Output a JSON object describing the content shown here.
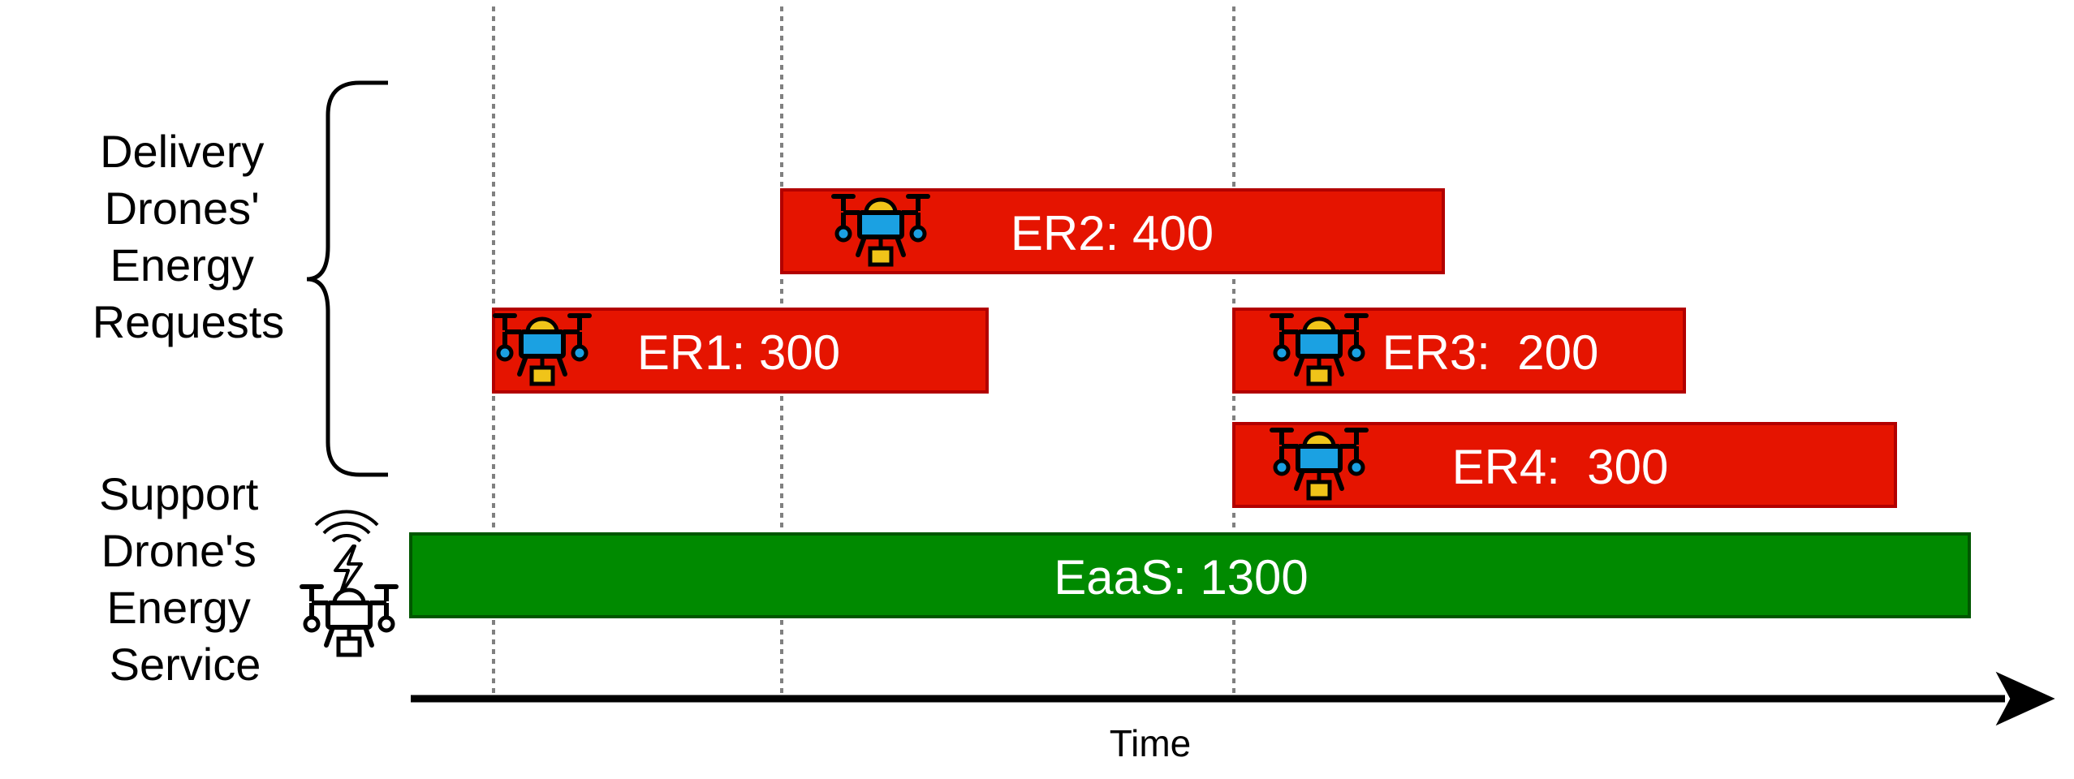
{
  "group_labels": {
    "delivery": [
      "Delivery",
      "Drones'",
      "Energy",
      "Requests"
    ],
    "support": [
      "Support",
      "Drone's",
      "Energy",
      "Service"
    ]
  },
  "requests": [
    {
      "id": "ER1",
      "label": "ER1: 300",
      "energy": 300
    },
    {
      "id": "ER2",
      "label": "ER2: 400",
      "energy": 400
    },
    {
      "id": "ER3",
      "label": "ER3:  200",
      "energy": 200
    },
    {
      "id": "ER4",
      "label": "ER4:  300",
      "energy": 300
    }
  ],
  "service": {
    "id": "EaaS",
    "label": "EaaS: 1300",
    "energy": 1300
  },
  "axis": {
    "label": "Time"
  },
  "colors": {
    "request_fill": "#e51400",
    "request_stroke": "#b20000",
    "service_fill": "#008a00",
    "service_stroke": "#005700",
    "drone_body": "#1ba1e2",
    "drone_package": "#f0c419",
    "outline": "#000000",
    "guide_line": "#808080"
  },
  "icons": {
    "delivery_drone": "delivery-drone-icon",
    "support_drone": "support-drone-icon",
    "wireless_energy": "wireless-energy-icon"
  }
}
